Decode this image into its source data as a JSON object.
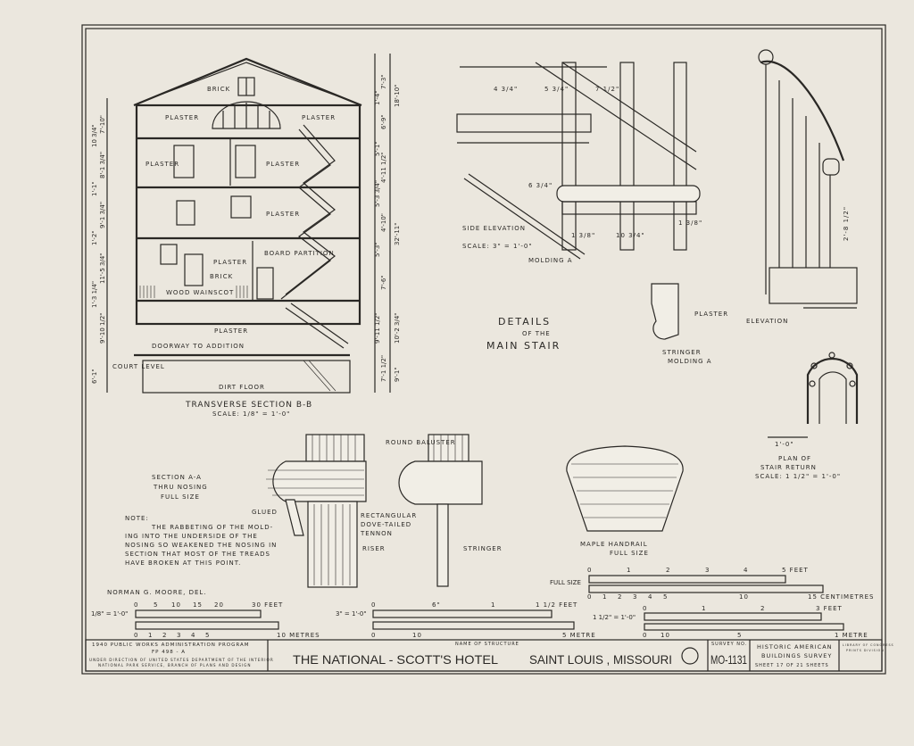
{
  "section_bb": {
    "title": "TRANSVERSE SECTION B-B",
    "scale": "SCALE: 1/8\" = 1'-0\"",
    "labels": {
      "brick_attic": "BRICK",
      "plaster_1": "PLASTER",
      "plaster_2": "PLASTER",
      "plaster_3": "PLASTER",
      "plaster_4": "PLASTER",
      "plaster_5": "PLASTER",
      "plaster_6": "PLASTER",
      "plaster_7": "PLASTER",
      "board_partition": "BOARD PARTITION",
      "brick": "BRICK",
      "wood_wainscot": "WOOD WAINSCOT",
      "doorway": "DOORWAY TO ADDITION",
      "court_level": "COURT LEVEL",
      "dirt_floor": "DIRT FLOOR"
    },
    "dims_left": [
      "7'-10\"",
      "10 3/4\"",
      "8'-1 3/4\"",
      "1'-1\"",
      "9'-1 3/4\"",
      "1'-2\"",
      "11'-5 3/4\"",
      "1'-3 1/4\"",
      "9'-10 1/2\"",
      "6'-1\""
    ],
    "dims_right": [
      "7'-3\"",
      "1'-4\"",
      "6'-9\"",
      "5'-1\"",
      "4'-11 1/2\"",
      "5'-3 3/4\"",
      "4'-10\"",
      "5'-3\"",
      "7'-6\"",
      "9'-11 1/2\"",
      "7'-1 1/2\""
    ],
    "dims_total": [
      "18'-10\"",
      "32'-11\"",
      "10'-2 3/4\"",
      "9'-1\""
    ]
  },
  "side_elevation": {
    "title": "SIDE ELEVATION",
    "scale": "SCALE: 3\" = 1'-0\"",
    "molding": "MOLDING A",
    "dims": [
      "4 3/4\"",
      "5 3/4\"",
      "7 1/2\"",
      "6 3/4\"",
      "1 3/8\"",
      "10 3/4\"",
      "1 3/8\""
    ]
  },
  "main_title": {
    "line1": "DETAILS",
    "line2": "OF THE",
    "line3": "MAIN STAIR"
  },
  "stringer_molding": {
    "plaster": "PLASTER",
    "title1": "STRINGER",
    "title2": "MOLDING A"
  },
  "elevation": {
    "title": "ELEVATION",
    "dim": "2'-8 1/2\""
  },
  "plan_return": {
    "title1": "PLAN OF",
    "title2": "STAIR RETURN",
    "scale": "SCALE: 1 1/2\" = 1'-0\"",
    "dim": "1'-0\""
  },
  "section_aa": {
    "title1": "SECTION A-A",
    "title2": "THRU NOSING",
    "title3": "FULL SIZE",
    "note_head": "NOTE:",
    "note": [
      "THE RABBETING OF THE MOLD-",
      "ING INTO THE UNDERSIDE OF THE",
      "NOSING SO WEAKENED THE NOSING IN",
      "SECTION THAT MOST OF THE TREADS",
      "HAVE BROKEN AT THIS POINT."
    ],
    "glued": "GLUED",
    "round_baluster": "ROUND BALUSTER",
    "tennon": [
      "RECTANGULAR",
      "DOVE-TAILED",
      "TENNON"
    ],
    "riser": "RISER",
    "stringer": "STRINGER"
  },
  "handrail": {
    "title": "MAPLE HANDRAIL",
    "scale": "FULL SIZE"
  },
  "delineator": "NORMAN G. MOORE, DEL.",
  "scales": {
    "s1": {
      "label": "1/8\" = 1'-0\"",
      "feet": [
        "0",
        "5",
        "10",
        "15",
        "20",
        "30 FEET"
      ],
      "metres": [
        "0",
        "1",
        "2",
        "3",
        "4",
        "5",
        "10 METRES"
      ]
    },
    "s2": {
      "label": "3\" = 1'-0\"",
      "feet": [
        "0",
        "6\"",
        "1",
        "1 1/2 FEET"
      ],
      "metres": [
        "0",
        "10",
        "5 METRE"
      ]
    },
    "s3": {
      "label": "FULL SIZE",
      "feet": [
        "0",
        "1",
        "2",
        "3",
        "4",
        "5 FEET"
      ],
      "cm": [
        "0",
        "1",
        "2",
        "3",
        "4",
        "5",
        "10",
        "15 CENTIMETRES"
      ]
    },
    "s4": {
      "label": "1 1/2\" = 1'-0\"",
      "feet": [
        "0",
        "1",
        "2",
        "3 FEET"
      ],
      "metres": [
        "0",
        "10",
        "5",
        "1 METRE"
      ]
    }
  },
  "title_block": {
    "program": "1940 PUBLIC WORKS ADMINISTRATION PROGRAM",
    "fp": "FP 498 - A",
    "direction1": "UNDER DIRECTION OF UNITED STATES DEPARTMENT OF THE INTERIOR",
    "direction2": "NATIONAL PARK SERVICE, BRANCH OF PLANS AND DESIGN",
    "name_label": "NAME OF STRUCTURE",
    "structure": "THE NATIONAL - SCOTT'S HOTEL",
    "location": "SAINT LOUIS , MISSOURI",
    "survey_label": "SURVEY NO.",
    "survey_no": "MO-1131",
    "habs1": "HISTORIC AMERICAN",
    "habs2": "BUILDINGS SURVEY",
    "sheet": "SHEET 17 OF 21 SHEETS",
    "library1": "LIBRARY OF CONGRESS",
    "library2": "PRINTS DIVISION"
  }
}
